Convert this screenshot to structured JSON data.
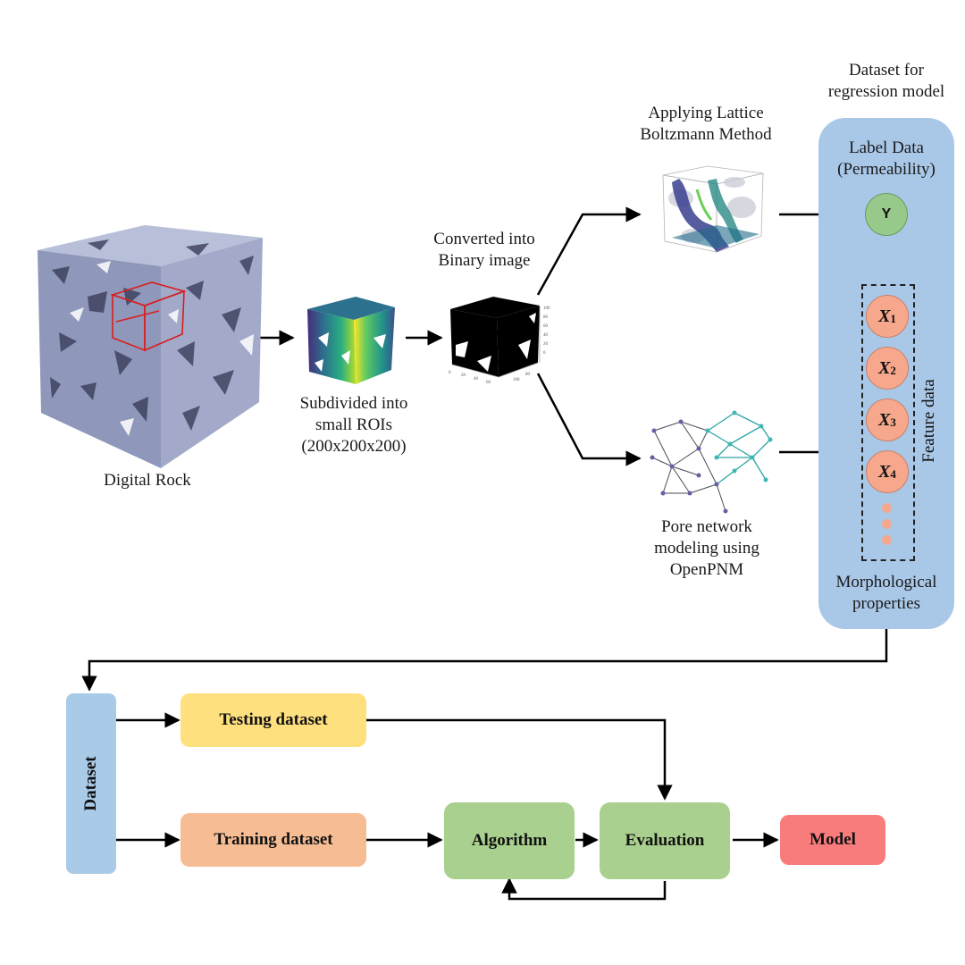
{
  "top": {
    "digital_rock": "Digital Rock",
    "subdivided": "Subdivided into\nsmall ROIs\n(200x200x200)",
    "binary": "Converted into\nBinary image",
    "lbm": "Applying Lattice\nBoltzmann Method",
    "pnm": "Pore network\nmodeling using\nOpenPNM",
    "dataset_header": "Dataset for\nregression model"
  },
  "panel": {
    "label_data": "Label Data\n(Permeability)",
    "y_symbol": "Y",
    "features": [
      {
        "sym": "X",
        "sub": "1"
      },
      {
        "sym": "X",
        "sub": "2"
      },
      {
        "sym": "X",
        "sub": "3"
      },
      {
        "sym": "X",
        "sub": "4"
      }
    ],
    "feature_data": "Feature data",
    "morphological": "Morphological\nproperties"
  },
  "bottom": {
    "dataset": "Dataset",
    "testing": "Testing dataset",
    "training": "Training dataset",
    "algorithm": "Algorithm",
    "evaluation": "Evaluation",
    "model": "Model"
  },
  "colors": {
    "panel": "#a9c8e8",
    "dataset_bar": "#aacbe8",
    "testing": "#ffe07f",
    "training": "#f6bd94",
    "algorithm": "#a9d08e",
    "evaluation": "#a9d08e",
    "model": "#f87c7c",
    "label_circle": "#97c98a",
    "feature_circle": "#f6a78c"
  },
  "icons": {
    "rock": "digital-rock-cube",
    "roi": "roi-gradient-cube",
    "binary": "binary-image-plot",
    "lbm": "lbm-flow-cube",
    "pnm": "pore-network-graph"
  }
}
